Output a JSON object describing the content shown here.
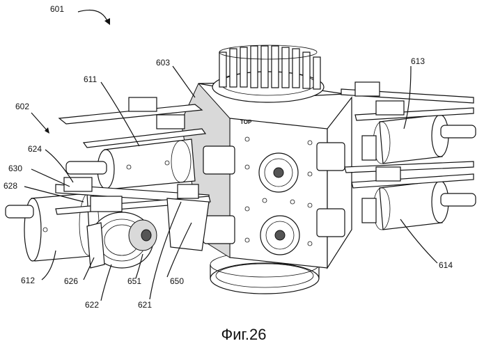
{
  "figure": {
    "caption": "Фиг.26",
    "stamp": "TOP",
    "reference_labels": [
      "601",
      "602",
      "603",
      "611",
      "612",
      "613",
      "614",
      "621",
      "622",
      "624",
      "626",
      "628",
      "630",
      "650",
      "651"
    ]
  }
}
